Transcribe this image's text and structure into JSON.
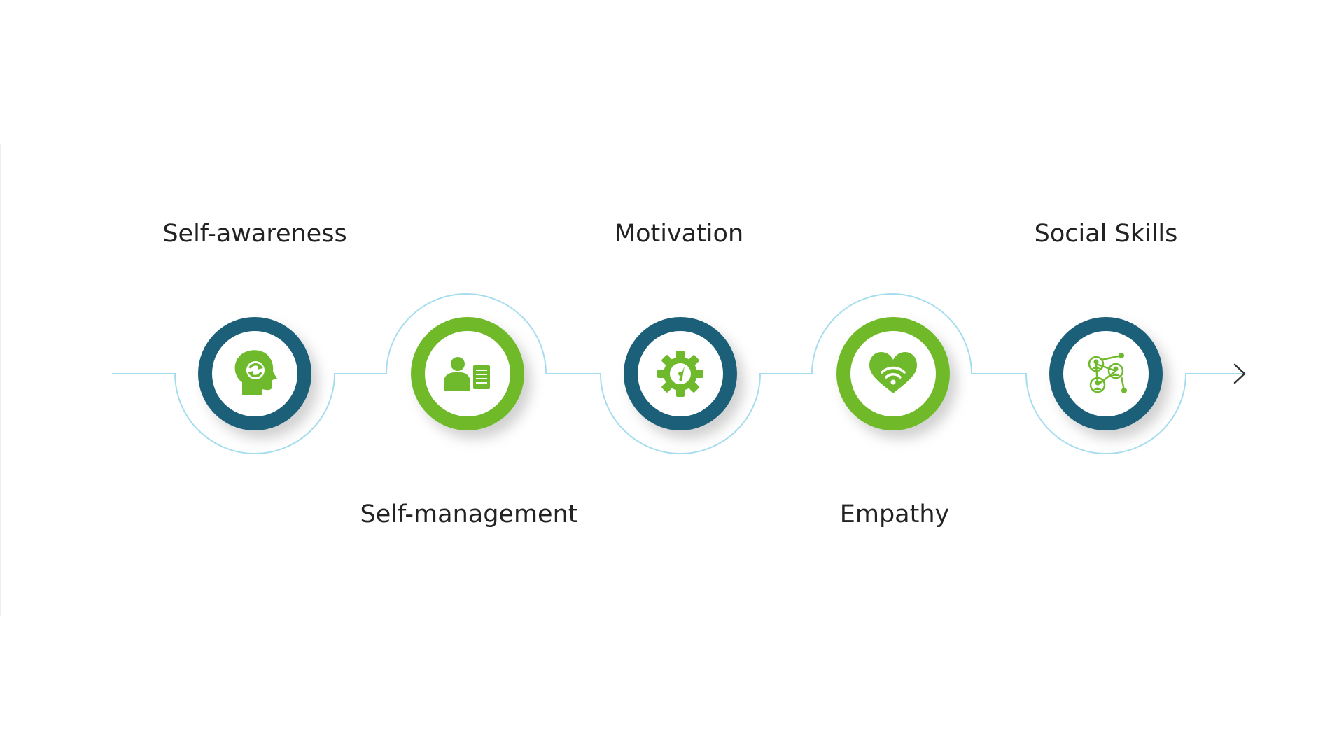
{
  "colors": {
    "line": "#a6ddee",
    "dark_ring": "#1b5f79",
    "green_ring": "#6fba2c",
    "icon": "#6fba2c",
    "arrow": "#333333"
  },
  "steps": [
    {
      "label": "Self-awareness",
      "ring": "dark",
      "icon": "head-refresh-icon",
      "label_pos": "top"
    },
    {
      "label": "Self-management",
      "ring": "green",
      "icon": "person-document-icon",
      "label_pos": "bottom"
    },
    {
      "label": "Motivation",
      "ring": "dark",
      "icon": "gear-gauge-icon",
      "label_pos": "top"
    },
    {
      "label": "Empathy",
      "ring": "green",
      "icon": "heart-wifi-icon",
      "label_pos": "bottom"
    },
    {
      "label": "Social Skills",
      "ring": "dark",
      "icon": "people-network-icon",
      "label_pos": "top"
    }
  ]
}
